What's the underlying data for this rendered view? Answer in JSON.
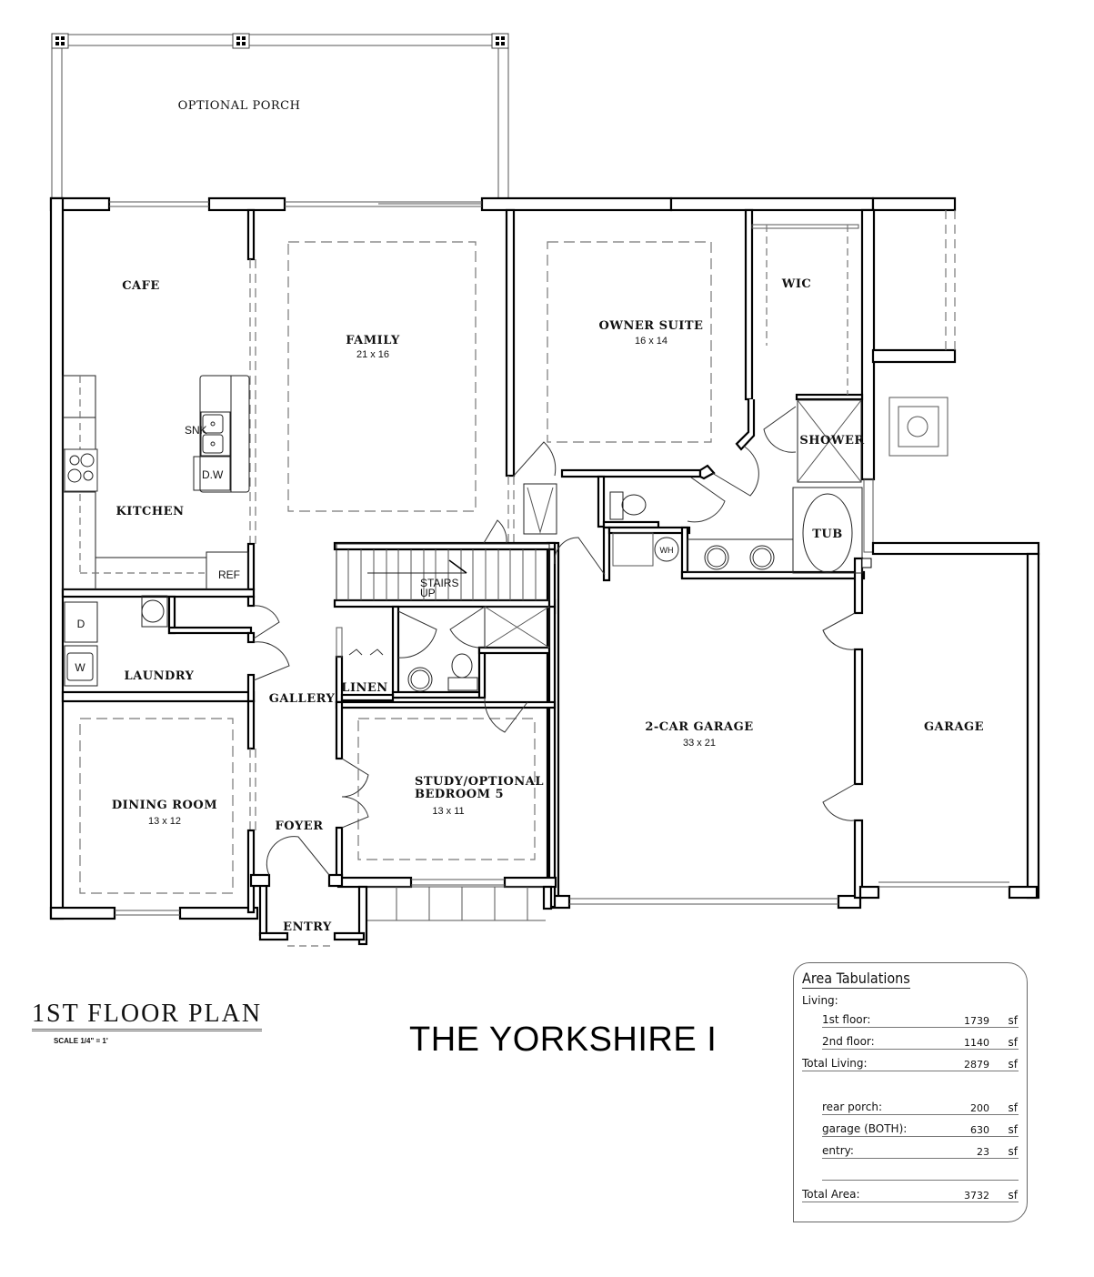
{
  "plan": {
    "title": "1ST FLOOR PLAN",
    "scale": "SCALE 1/4\" = 1'",
    "project_name": "THE YORKSHIRE I"
  },
  "rooms": {
    "optional_porch": {
      "label": "OPTIONAL PORCH"
    },
    "cafe": {
      "label": "CAFE"
    },
    "family": {
      "label": "FAMILY",
      "dims": "21 x 16"
    },
    "owner_suite": {
      "label": "OWNER SUITE",
      "dims": "16 x 14"
    },
    "wic": {
      "label": "WIC"
    },
    "shower": {
      "label": "SHOWER"
    },
    "tub": {
      "label": "TUB"
    },
    "kitchen": {
      "label": "KITCHEN"
    },
    "laundry": {
      "label": "LAUNDRY"
    },
    "gallery": {
      "label": "GALLERY"
    },
    "linen": {
      "label": "LINEN"
    },
    "stairs": {
      "label_line1": "STAIRS",
      "label_line2": "UP"
    },
    "dining_room": {
      "label": "DINING ROOM",
      "dims": "13 x 12"
    },
    "foyer": {
      "label": "FOYER"
    },
    "entry": {
      "label": "ENTRY"
    },
    "study": {
      "label_line1": "STUDY/OPTIONAL",
      "label_line2": "BEDROOM 5",
      "dims": "13 x 11"
    },
    "two_car_garage": {
      "label": "2-CAR GARAGE",
      "dims": "33 x 21"
    },
    "garage": {
      "label": "GARAGE"
    }
  },
  "fixtures": {
    "sink": "SNK",
    "dishwasher": "D.W",
    "refrigerator": "REF",
    "dryer": "D",
    "washer": "W",
    "water_heater": "WH"
  },
  "area_tabulations": {
    "title": "Area Tabulations",
    "living_heading": "Living:",
    "rows": [
      {
        "label": "1st floor:",
        "value": "1739",
        "unit": "sf"
      },
      {
        "label": "2nd floor:",
        "value": "1140",
        "unit": "sf"
      },
      {
        "label": "Total Living:",
        "value": "2879",
        "unit": "sf"
      },
      {
        "label": "rear porch:",
        "value": "200",
        "unit": "sf"
      },
      {
        "label": "garage (BOTH):",
        "value": "630",
        "unit": "sf"
      },
      {
        "label": "entry:",
        "value": "23",
        "unit": "sf"
      },
      {
        "label": "",
        "value": "",
        "unit": ""
      },
      {
        "label": "Total Area:",
        "value": "3732",
        "unit": "sf"
      }
    ]
  }
}
